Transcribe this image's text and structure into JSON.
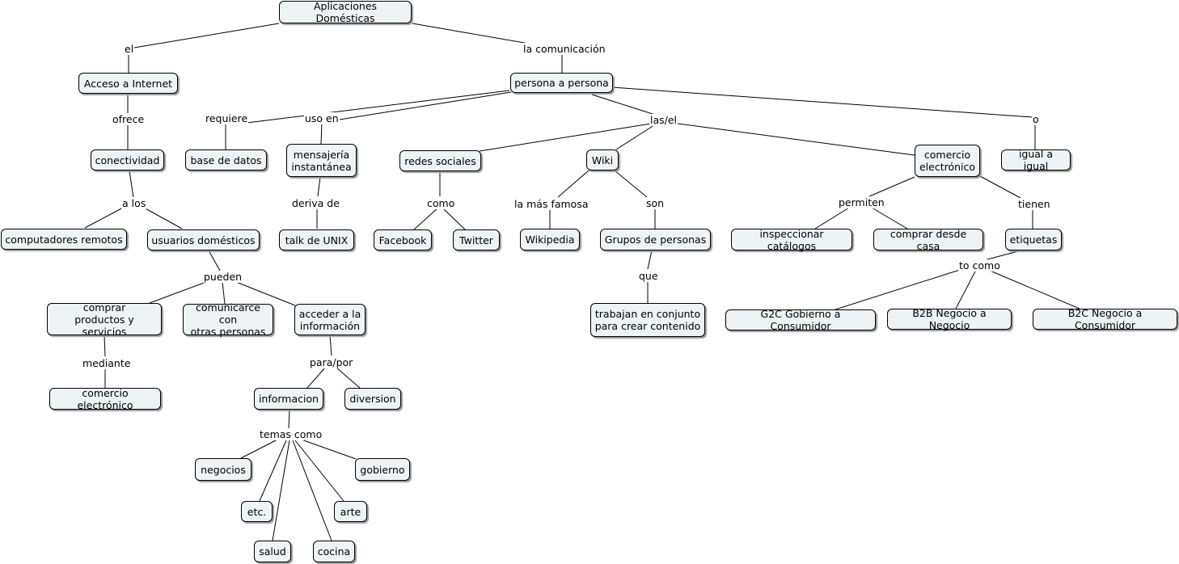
{
  "concept_map": {
    "nodes": {
      "root": "Aplicaciones Domésticas",
      "acceso": "Acceso a Internet",
      "persona": "persona a persona",
      "conectividad": "conectividad",
      "base_datos": "base de datos",
      "mensajeria": "mensajería\ninstantánea",
      "redes": "redes sociales",
      "wiki": "Wiki",
      "comercio": "comercio\nelectrónico",
      "igual": "igual a igual",
      "remotos": "computadores remotos",
      "usuarios": "usuarios domésticos",
      "talk": "talk de UNIX",
      "facebook": "Facebook",
      "twitter": "Twitter",
      "wikipedia": "Wikipedia",
      "grupos": "Grupos de personas",
      "inspeccionar": "inspeccionar catálogos",
      "comprar_casa": "comprar desde casa",
      "etiquetas": "etiquetas",
      "comprar_prod": "comprar\nproductos y servicios",
      "comunicarse": "comunicarce con\notras personas",
      "acceder": "acceder a la\ninformación",
      "trabajan": "trabajan en conjunto\npara crear contenido",
      "g2c": "G2C Gobierno a Consumidor",
      "b2b": "B2B Negocio a Negocio",
      "b2c": "B2C Negocio a Consumidor",
      "comercio2": "comercio electrónico",
      "informacion": "informacion",
      "diversion": "diversion",
      "negocios": "negocios",
      "gobierno": "gobierno",
      "etc": "etc.",
      "arte": "arte",
      "salud": "salud",
      "cocina": "cocina"
    },
    "links": {
      "el": "el",
      "comunicacion": "la comunicación",
      "ofrece": "ofrece",
      "requiere": "requiere",
      "uso_en": "uso en",
      "las_el": "las/el",
      "o": "o",
      "a_los": "a los",
      "deriva": "deriva de",
      "como": "como",
      "famosa": "la más famosa",
      "son": "son",
      "permiten": "permiten",
      "tienen": "tienen",
      "pueden": "pueden",
      "que": "que",
      "to_como": "to como",
      "mediante": "mediante",
      "para_por": "para/por",
      "temas": "temas como"
    }
  }
}
